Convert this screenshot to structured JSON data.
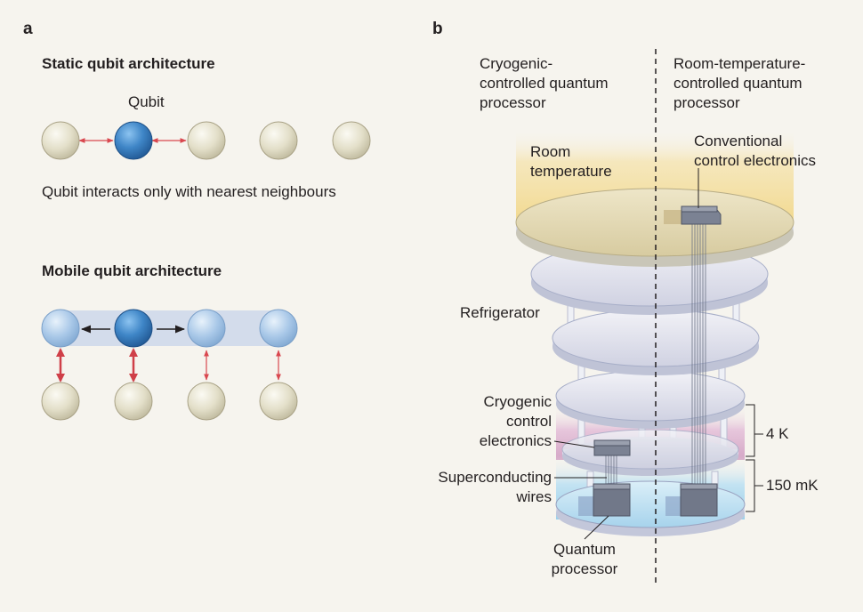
{
  "panel_a": {
    "letter": "a",
    "static": {
      "heading": "Static qubit architecture",
      "qubit_label": "Qubit",
      "caption": "Qubit interacts only with nearest neighbours"
    },
    "mobile": {
      "heading": "Mobile qubit architecture"
    }
  },
  "panel_b": {
    "letter": "b",
    "left_title": [
      "Cryogenic-",
      "controlled quantum",
      "processor"
    ],
    "right_title": [
      "Room-temperature-",
      "controlled quantum",
      "processor"
    ],
    "room_temperature": [
      "Room",
      "temperature"
    ],
    "conventional_electronics": [
      "Conventional",
      "control electronics"
    ],
    "refrigerator": "Refrigerator",
    "cryogenic_electronics": [
      "Cryogenic",
      "control",
      "electronics"
    ],
    "superconducting_wires": [
      "Superconducting",
      "wires"
    ],
    "quantum_processor": [
      "Quantum",
      "processor"
    ],
    "temp_4k": "4 K",
    "temp_150mk": "150 mK"
  },
  "colors": {
    "background": "#f6f4ee",
    "qubit_beige": "#e3dfc9",
    "qubit_blue": "#3f86c7",
    "qubit_light_blue": "#a9c8e8",
    "arrow_red": "#d9474f",
    "room_glow": "#f3dfa4",
    "pink_band": "#dcb3d0",
    "cyan_band": "#a9d6ec",
    "chip_grey": "#6e7584"
  }
}
